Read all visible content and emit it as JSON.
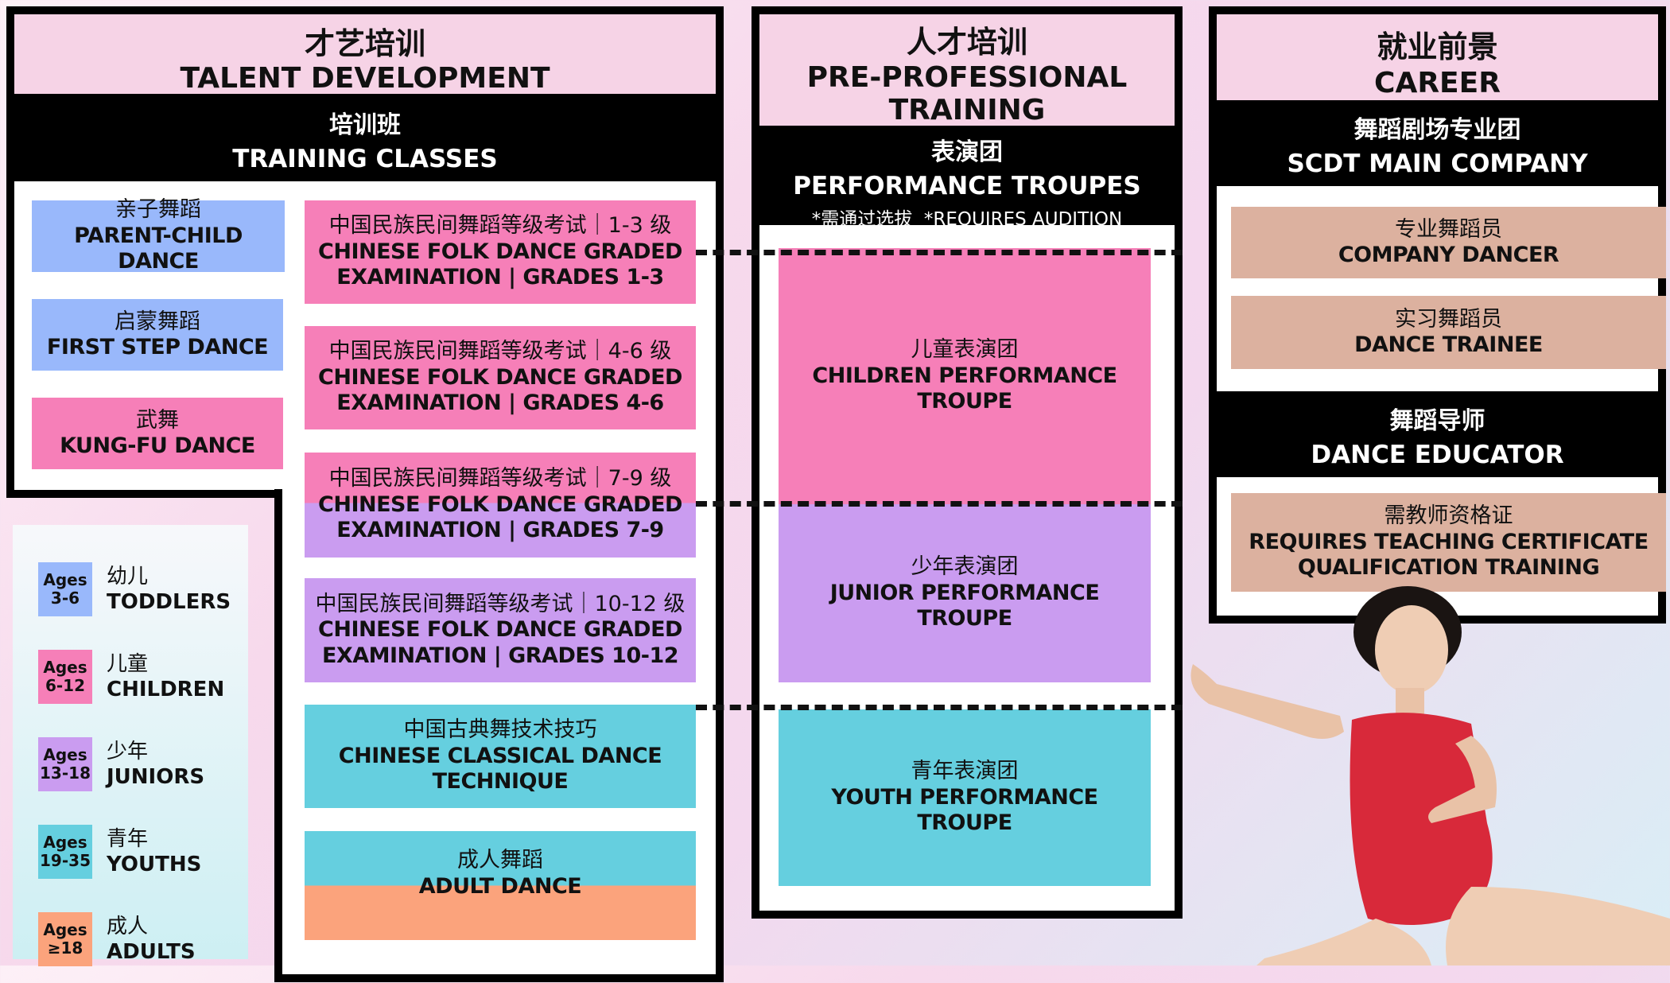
{
  "talent": {
    "header_cn": "才艺培训",
    "header_en": "TALENT DEVELOPMENT",
    "sub_cn": "培训班",
    "sub_en": "TRAINING CLASSES",
    "left_boxes": [
      {
        "cn": "亲子舞蹈",
        "en": "PARENT-CHILD DANCE"
      },
      {
        "cn": "启蒙舞蹈",
        "en": "FIRST STEP DANCE"
      },
      {
        "cn": "武舞",
        "en": "KUNG-FU DANCE"
      }
    ],
    "right_boxes": [
      {
        "cn": "中国民族民间舞蹈等级考试｜1-3 级",
        "en1": "CHINESE FOLK DANCE GRADED",
        "en2": "EXAMINATION | GRADES 1-3"
      },
      {
        "cn": "中国民族民间舞蹈等级考试｜4-6 级",
        "en1": "CHINESE FOLK DANCE GRADED",
        "en2": "EXAMINATION | GRADES 4-6"
      },
      {
        "cn": "中国民族民间舞蹈等级考试｜7-9 级",
        "en1": "CHINESE FOLK DANCE GRADED",
        "en2": "EXAMINATION | GRADES 7-9"
      },
      {
        "cn": "中国民族民间舞蹈等级考试｜10-12 级",
        "en1": "CHINESE FOLK DANCE GRADED",
        "en2": "EXAMINATION | GRADES 10-12"
      },
      {
        "cn": "中国古典舞技术技巧",
        "en1": "CHINESE CLASSICAL DANCE",
        "en2": "TECHNIQUE"
      },
      {
        "cn": "成人舞蹈",
        "en1": "ADULT DANCE",
        "en2": ""
      }
    ]
  },
  "legend": [
    {
      "ages": "Ages",
      "range": "3-6",
      "cn": "幼儿",
      "en": "TODDLERS",
      "color": "#99b8fb"
    },
    {
      "ages": "Ages",
      "range": "6-12",
      "cn": "儿童",
      "en": "CHILDREN",
      "color": "#f67fb8"
    },
    {
      "ages": "Ages",
      "range": "13-18",
      "cn": "少年",
      "en": "JUNIORS",
      "color": "#ca9cf0"
    },
    {
      "ages": "Ages",
      "range": "19-35",
      "cn": "青年",
      "en": "YOUTHS",
      "color": "#65cfdf"
    },
    {
      "ages": "Ages",
      "range": "≥18",
      "cn": "成人",
      "en": "ADULTS",
      "color": "#fba37c"
    }
  ],
  "preprof": {
    "header_cn": "人才培训",
    "header_en1": "PRE-PROFESSIONAL",
    "header_en2": "TRAINING",
    "sub_cn": "表演团",
    "sub_en": "PERFORMANCE TROUPES",
    "note": "*需通过选拔  *REQUIRES AUDITION",
    "troupes": [
      {
        "cn": "儿童表演团",
        "en1": "CHILDREN PERFORMANCE",
        "en2": "TROUPE"
      },
      {
        "cn": "少年表演团",
        "en1": "JUNIOR PERFORMANCE",
        "en2": "TROUPE"
      },
      {
        "cn": "青年表演团",
        "en1": "YOUTH PERFORMANCE",
        "en2": "TROUPE"
      }
    ]
  },
  "career": {
    "header_cn": "就业前景",
    "header_en": "CAREER",
    "sub_cn": "舞蹈剧场专业团",
    "sub_en": "SCDT MAIN COMPANY",
    "company": [
      {
        "cn": "专业舞蹈员",
        "en": "COMPANY DANCER"
      },
      {
        "cn": "实习舞蹈员",
        "en": "DANCE TRAINEE"
      }
    ],
    "educator_cn": "舞蹈导师",
    "educator_en": "DANCE EDUCATOR",
    "cert_cn": "需教师资格证",
    "cert_en1": "REQUIRES TEACHING CERTIFICATE",
    "cert_en2": "QUALIFICATION TRAINING"
  },
  "colors": {
    "blue": "#99b8fb",
    "pink": "#f67fb8",
    "purple": "#ca9cf0",
    "cyan": "#65cfdf",
    "tan": "#dcb19f",
    "orange": "#fba37c",
    "header_pink": "#f6d3e6"
  }
}
